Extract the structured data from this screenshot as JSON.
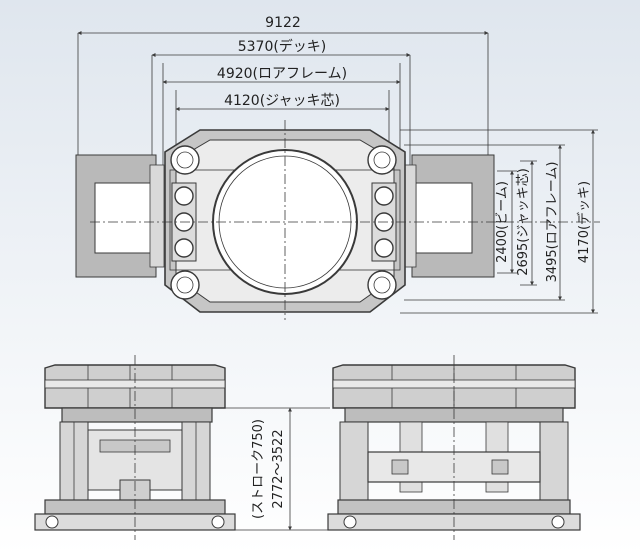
{
  "plan_view": {
    "dimensions_horizontal": [
      {
        "id": "overall",
        "label": "9122"
      },
      {
        "id": "deck",
        "label": "5370(デッキ)"
      },
      {
        "id": "lower-frame",
        "label": "4920(ロアフレーム)"
      },
      {
        "id": "jack-center",
        "label": "4120(ジャッキ芯)"
      }
    ],
    "dimensions_vertical": [
      {
        "id": "beam",
        "label": "2400(ビーム)"
      },
      {
        "id": "jack-center-v",
        "label": "2695(ジャッキ芯)"
      },
      {
        "id": "lower-frame-v",
        "label": "3495(ロアフレーム)"
      },
      {
        "id": "deck-v",
        "label": "4170(デッキ)"
      }
    ]
  },
  "side_view": {
    "stroke_label": "(ストローク750)",
    "height_range_label": "2772〜3522"
  },
  "colors": {
    "line": "#3a3a3a",
    "shade": "#b9b9b9",
    "shade_light": "#d9d9d9",
    "background_top": "#dfe6ee"
  }
}
